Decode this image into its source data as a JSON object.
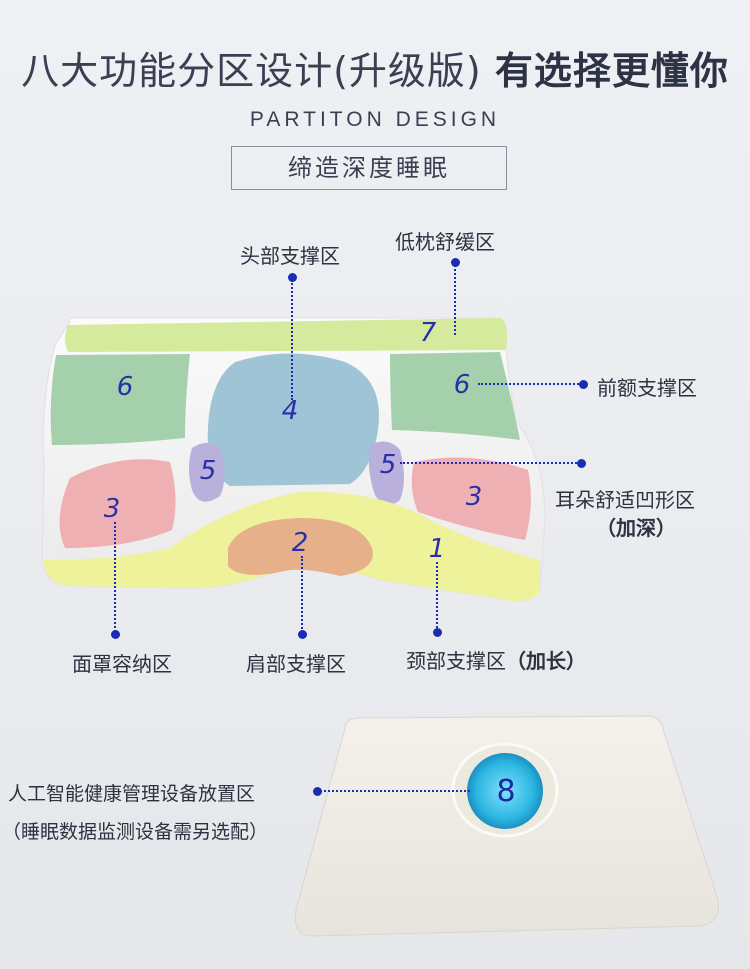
{
  "headline": {
    "part1": "八大功能分区设计(升级版)",
    "part2": "有选择更懂你"
  },
  "subtitle_en": "PARTITON DESIGN",
  "subtitle_cn": "缔造深度睡眠",
  "labels": {
    "head_support": "头部支撑区",
    "low_pillow": "低枕舒缓区",
    "forehead_support": "前额支撑区",
    "ear_zone_line1": "耳朵舒适凹形区",
    "ear_zone_line2": "（加深）",
    "face_zone": "面罩容纳区",
    "shoulder_support": "肩部支撑区",
    "neck_support": "颈部支撑区",
    "neck_support_extra": "（加长）",
    "device_zone_line1": "人工智能健康管理设备放置区",
    "device_zone_line2": "（睡眠数据监测设备需另选配）"
  },
  "zones": {
    "z1": "1",
    "z2": "2",
    "z3a": "3",
    "z3b": "3",
    "z4": "4",
    "z5a": "5",
    "z5b": "5",
    "z6a": "6",
    "z6b": "6",
    "z7": "7",
    "z8": "8"
  },
  "colors": {
    "accent": "#1a2db0",
    "yellow_zone": "#eef29a",
    "green_top": "#d6ea9e",
    "green_zone": "#9fcfa8",
    "blue_zone": "#9fc4d6",
    "pink_zone": "#efb0b4",
    "purple_zone": "#b9b0dc",
    "orange_zone": "#e6b08a",
    "cyan_device": "#2bb6e0"
  }
}
